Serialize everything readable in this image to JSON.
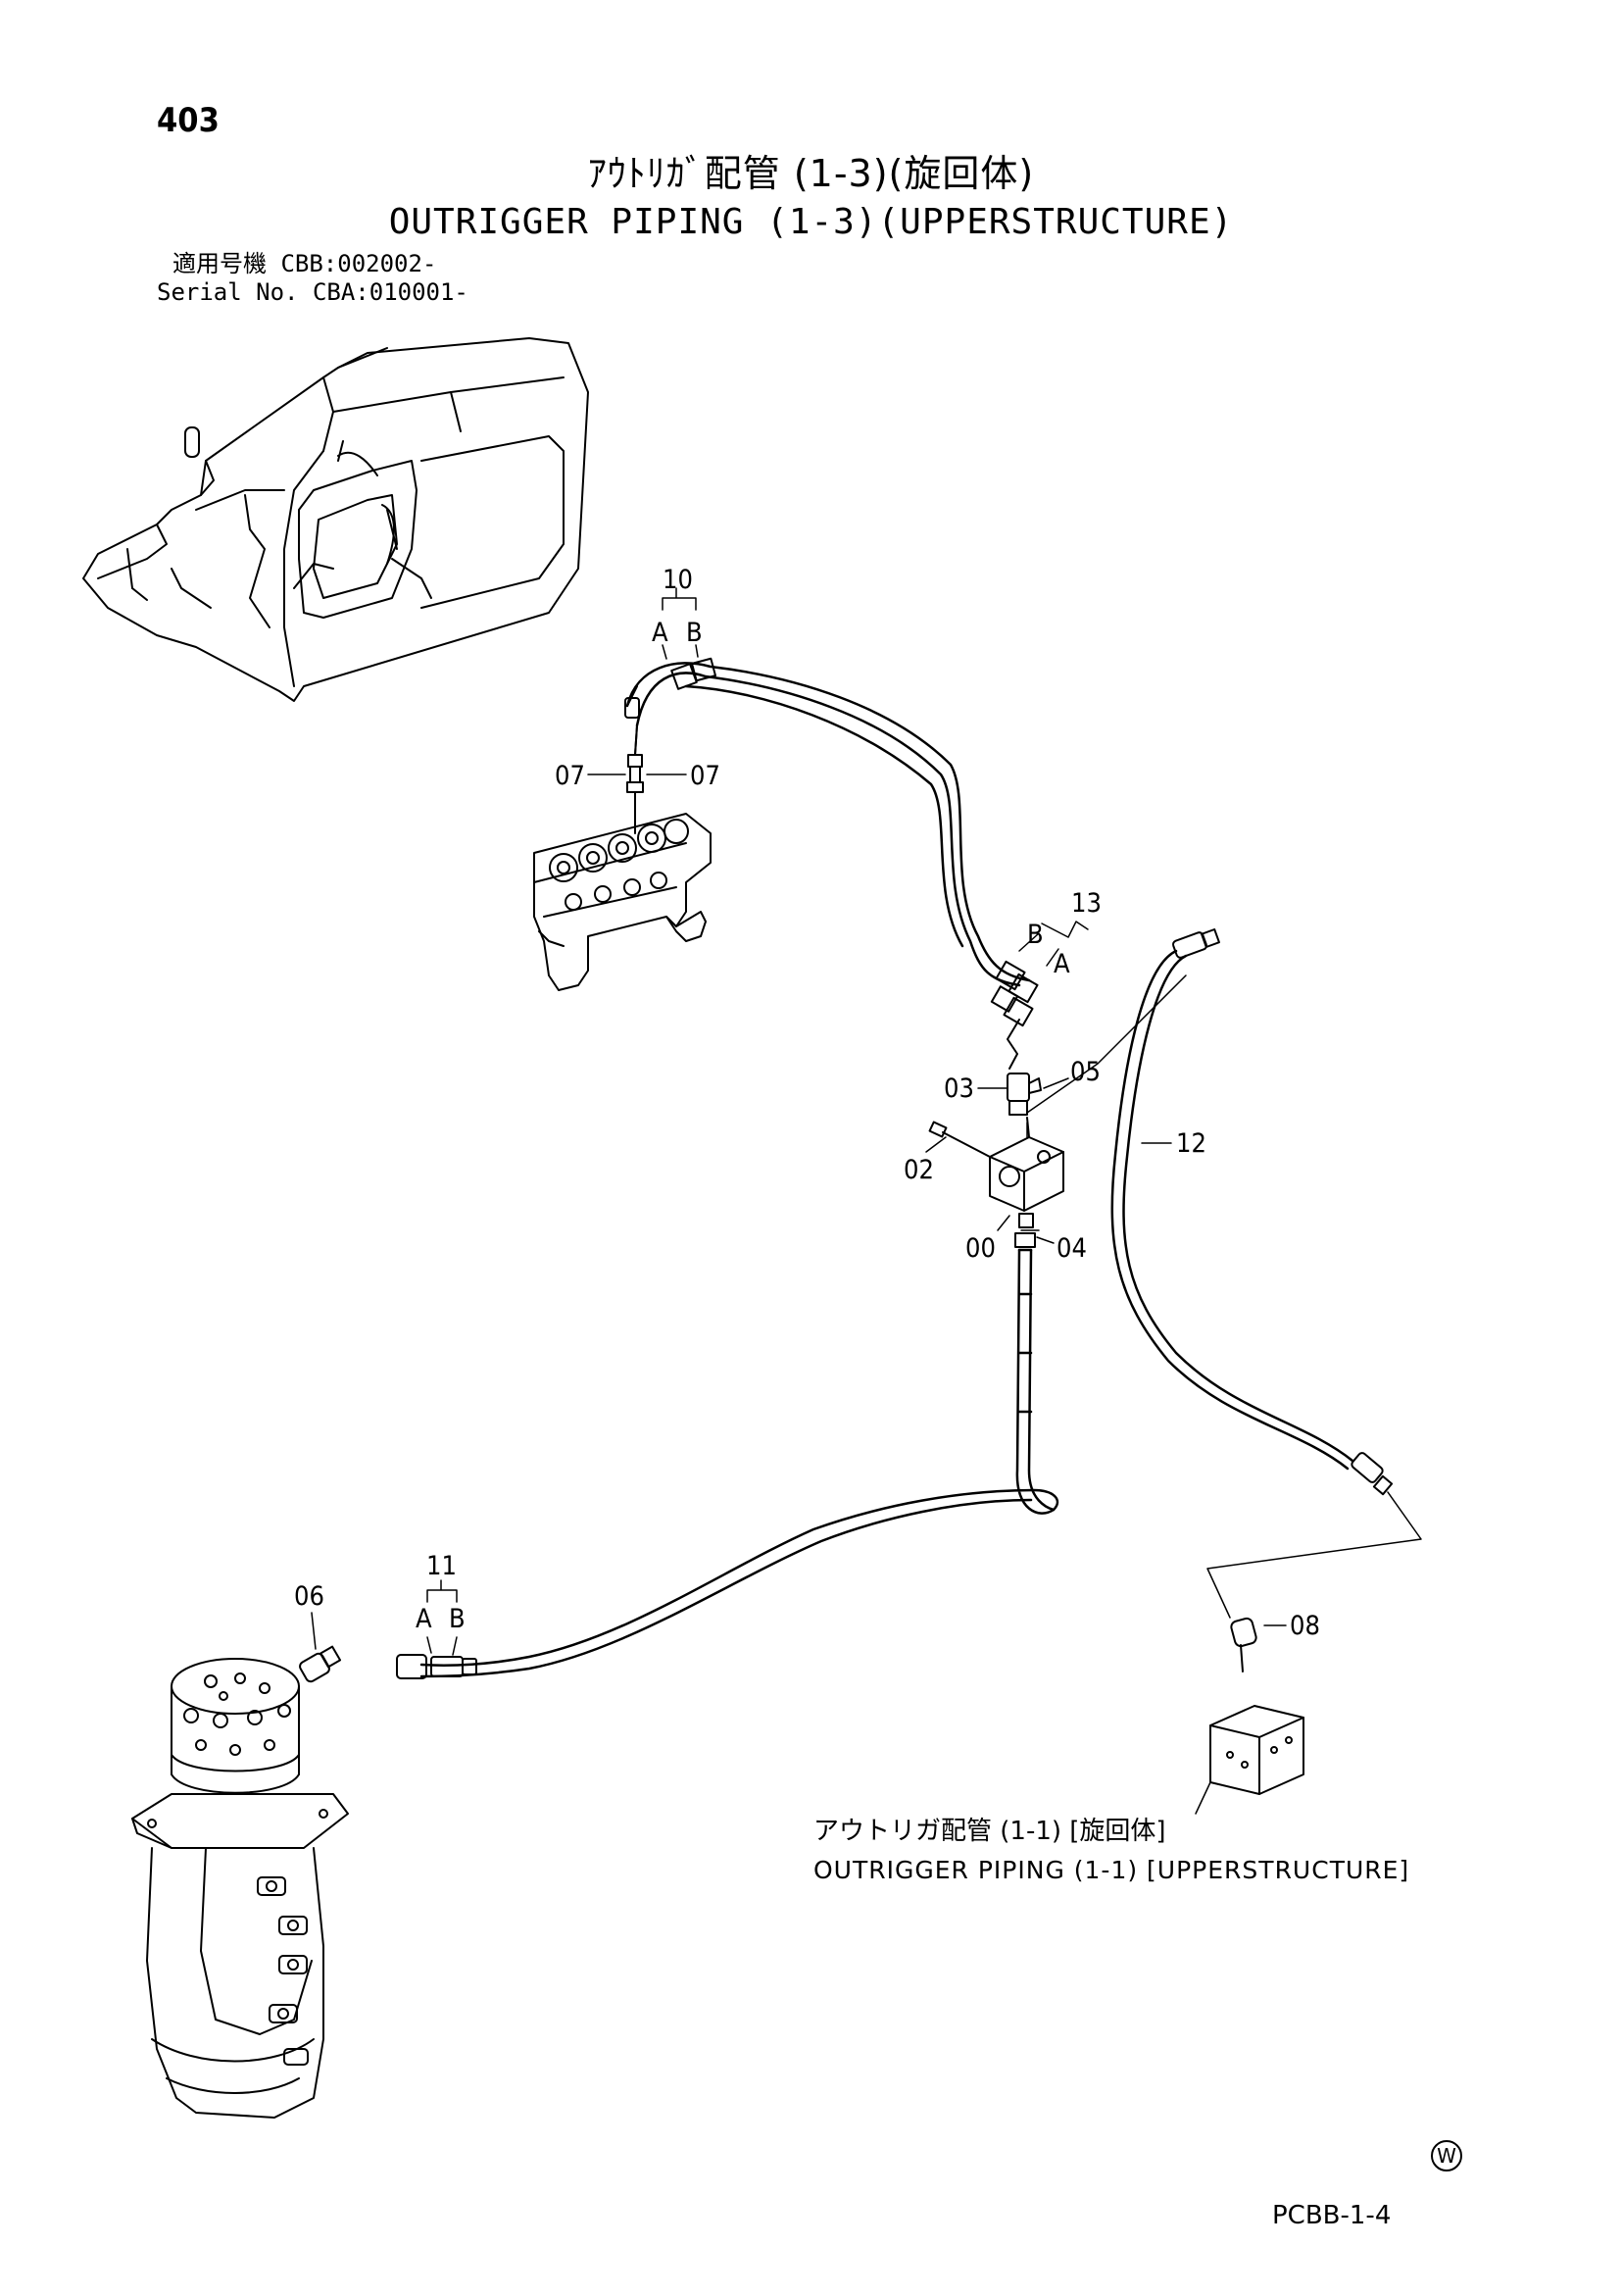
{
  "header": {
    "page_number": "403",
    "title_jp": "ｱｳﾄﾘｶﾞ配管 (1-3)(旋回体)",
    "title_en": "OUTRIGGER PIPING (1-3)(UPPERSTRUCTURE)",
    "serial_jp": "適用号機  CBB:002002-",
    "serial_en": "Serial No. CBA:010001-"
  },
  "callouts": {
    "p10": "10",
    "p10a": "A",
    "p10b": "B",
    "p07_left": "07",
    "p07_right": "07",
    "p13": "13",
    "p13b": "B",
    "p13a": "A",
    "p03": "03",
    "p05": "05",
    "p12": "12",
    "p02": "02",
    "p00": "00",
    "p04": "04",
    "p11": "11",
    "p11a": "A",
    "p11b": "B",
    "p06": "06",
    "p08": "08"
  },
  "reference": {
    "jp": "アウトリガ配管 (1-1) [旋回体]",
    "en": "OUTRIGGER PIPING (1-1) [UPPERSTRUCTURE]"
  },
  "footer": {
    "symbol": "W",
    "page_code": "PCBB-1-4"
  }
}
